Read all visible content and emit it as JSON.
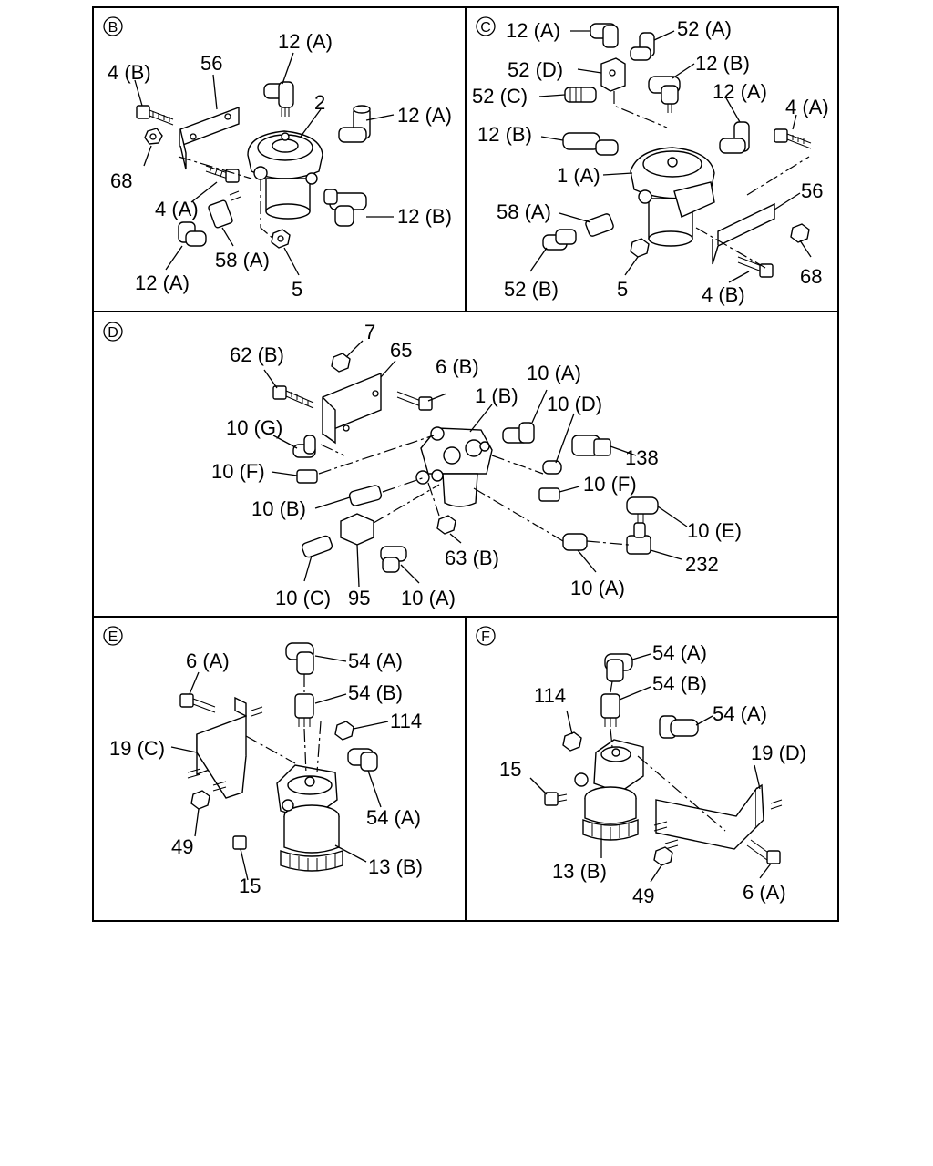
{
  "sections": {
    "B": {
      "letter": "B",
      "labels": [
        "12 (A)",
        "56",
        "4 (B)",
        "2",
        "12 (A)",
        "68",
        "4 (A)",
        "12 (B)",
        "58 (A)",
        "12 (A)",
        "5"
      ]
    },
    "C": {
      "letter": "C",
      "labels": [
        "12 (A)",
        "52 (A)",
        "52 (D)",
        "12 (B)",
        "52 (C)",
        "12 (A)",
        "12 (B)",
        "4 (A)",
        "1 (A)",
        "56",
        "58 (A)",
        "68",
        "52 (B)",
        "5",
        "4 (B)"
      ]
    },
    "D": {
      "letter": "D",
      "labels": [
        "7",
        "62 (B)",
        "65",
        "6 (B)",
        "1 (B)",
        "10 (A)",
        "10 (D)",
        "10 (G)",
        "138",
        "10 (F)",
        "10 (F)",
        "10 (B)",
        "10 (E)",
        "232",
        "63 (B)",
        "10 (C)",
        "95",
        "10 (A)",
        "10 (A)"
      ]
    },
    "E": {
      "letter": "E",
      "labels": [
        "6 (A)",
        "54 (A)",
        "54 (B)",
        "114",
        "19 (C)",
        "54 (A)",
        "49",
        "13 (B)",
        "15"
      ]
    },
    "F": {
      "letter": "F",
      "labels": [
        "54 (A)",
        "54 (B)",
        "114",
        "54 (A)",
        "19 (D)",
        "15",
        "13 (B)",
        "49",
        "6 (A)"
      ]
    }
  }
}
